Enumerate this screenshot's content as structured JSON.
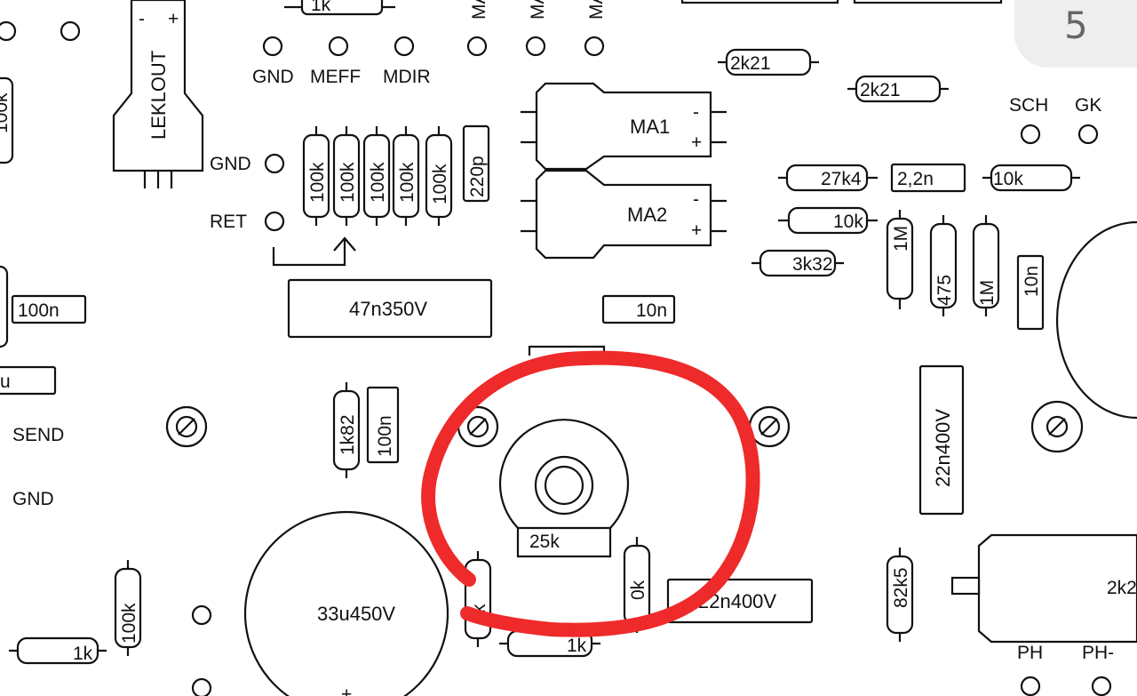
{
  "page_indicator": "5",
  "annotation_color": "#ee2a2a",
  "pads": {
    "gnd_top": "GND",
    "meff": "MEFF",
    "mdir": "MDIR",
    "gnd_left": "GND",
    "ret": "RET",
    "sch": "SCH",
    "gk": "GK",
    "send": "SEND",
    "gnd_bottom": "GND",
    "ph": "PH",
    "ph_minus": "PH-",
    "ma_top": "MA"
  },
  "parts": {
    "leklout": "LEKLOUT",
    "r_1k_top": "1k",
    "r_2k21_a": "2k21",
    "r_2k21_b": "2k21",
    "ma1": "MA1",
    "ma2": "MA2",
    "minus": "-",
    "plus": "+",
    "r_100k": "100k",
    "c_220p": "220p",
    "r_27k4": "27k4",
    "c_2_2n": "2,2n",
    "r_10k_a": "10k",
    "r_10k_b": "10k",
    "r_3k32": "3k32",
    "r_1m": "1M",
    "r_475": "475",
    "c_10n_v": "10n",
    "c_100n_left": "100n",
    "c_47n350v": "47n350V",
    "c_10n_mid": "10n",
    "c_22n400v_v": "22n400V",
    "r_1k82": "1k82",
    "c_100n_v": "100n",
    "pot_25k": "25k",
    "c_33u450v": "33u450V",
    "c_22n400v_h": "22n400V",
    "r_82k5": "82k5",
    "r_1k_bottom": "1k",
    "r_1k_left": "1k",
    "r_100k_left": "100k",
    "right_part": "2k2",
    "u_partial": "u",
    "k_partial": "k",
    "ok_partial": "0k",
    "side_100k": "100k"
  }
}
